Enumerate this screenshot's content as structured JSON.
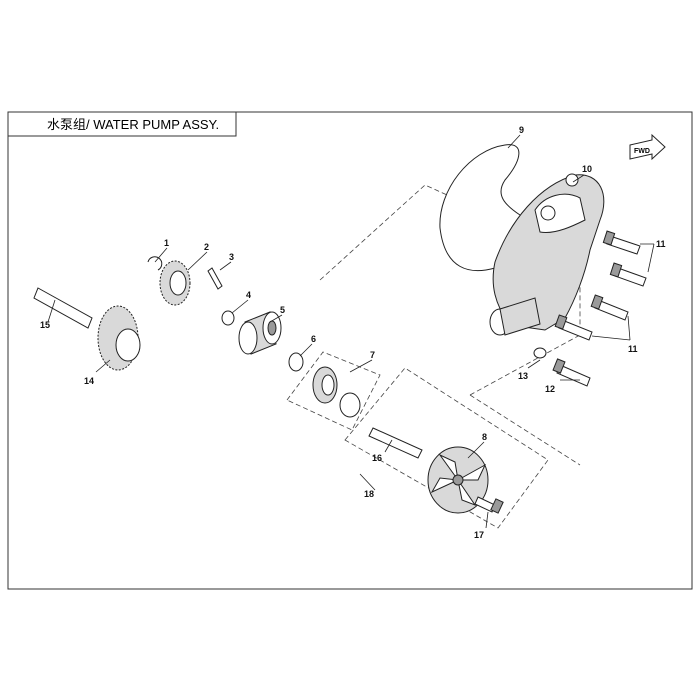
{
  "title": "水泵组/ WATER PUMP ASSY.",
  "direction_label": "FWD",
  "callouts": [
    "1",
    "2",
    "3",
    "4",
    "5",
    "6",
    "7",
    "8",
    "9",
    "10",
    "11",
    "11",
    "12",
    "13",
    "14",
    "15",
    "16",
    "17",
    "18"
  ]
}
